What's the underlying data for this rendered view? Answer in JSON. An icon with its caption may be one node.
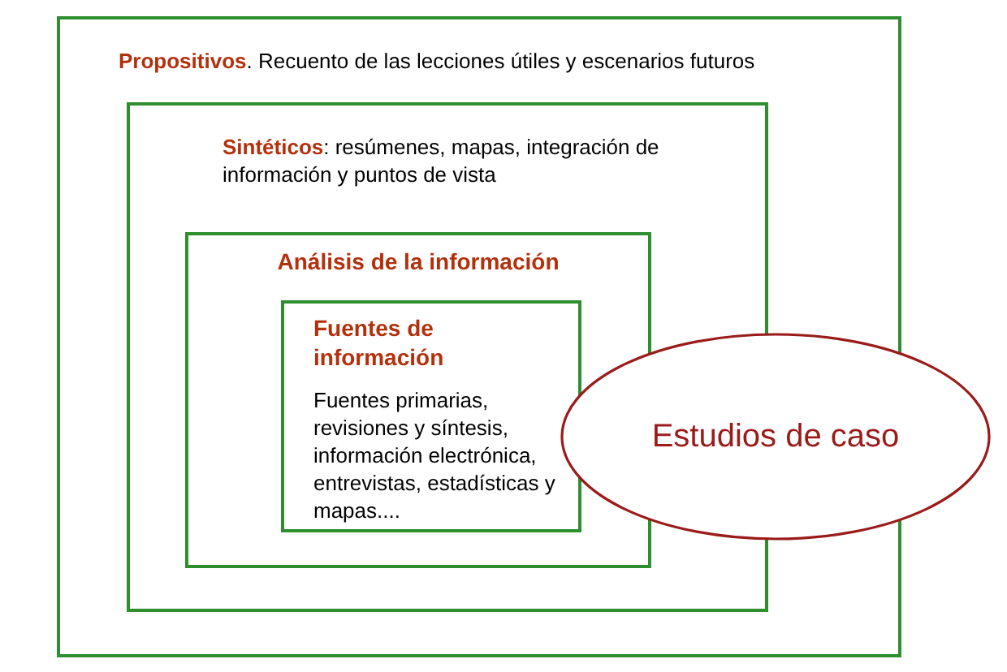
{
  "diagram": {
    "nodes": [
      {
        "text": [
          "**Propositivos**. Recuento de las lecciones útiles y escenarios futuros"
        ]
      },
      {
        "text": [
          "**Sintéticos**: resúmenes, mapas, integración de información y puntos de vista"
        ],
        "in": 0
      },
      {
        "text": [
          "Análisis de la información"
        ],
        "in": 1
      },
      {
        "text": [
          "Fuentes de información",
          "Fuentes primarias, revisiones y síntesis, información electrónica, entrevistas, estadísticas y mapas...."
        ],
        "in": 2
      },
      {
        "text": [
          "Estudios de caso"
        ]
      }
    ]
  }
}
